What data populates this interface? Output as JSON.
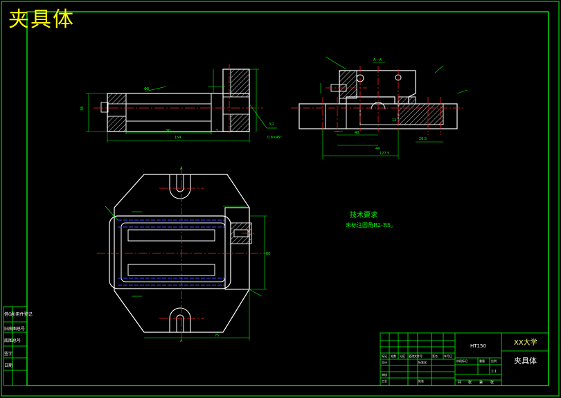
{
  "drawing_title": "夹具体",
  "technical_requirements": {
    "heading": "技术要求",
    "items": [
      "未标注圆角R2-R5。"
    ]
  },
  "title_block": {
    "material": "HT150",
    "school": "XX大学",
    "part_name": "夹具体",
    "scale": "1:1",
    "sheet_labels": [
      "共",
      "张",
      "第",
      "张"
    ],
    "header_row": [
      "标记",
      "处数",
      "分区",
      "更改文件号",
      "签名",
      "年月日"
    ],
    "col_labels": [
      "阶段标记",
      "重量",
      "比例"
    ],
    "row_labels": [
      "设计",
      "标准化",
      "审核",
      "工艺",
      "批准"
    ]
  },
  "side_table": [
    "借(通)用件登记",
    "旧底图总号",
    "底图总号",
    "签字",
    "日期"
  ],
  "dimensions": {
    "front": {
      "length": "154",
      "inner": "90",
      "step": "5",
      "height": "38",
      "dia": "Φ8",
      "ra": "3.2",
      "chamfer": "0.8×45°"
    },
    "side": {
      "a_a": "A—A",
      "w1": "44",
      "w2": "127.5",
      "w3": "26.5",
      "w4": "40",
      "h": "12"
    },
    "plan": {
      "width": "75",
      "height": "80",
      "a_label": "A"
    }
  },
  "colors": {
    "frame": "#00ff00",
    "outline": "#ffffff",
    "center": "#ff2020",
    "hidden": "#4040ff",
    "dim": "#00ff00",
    "title": "#ffff00"
  }
}
